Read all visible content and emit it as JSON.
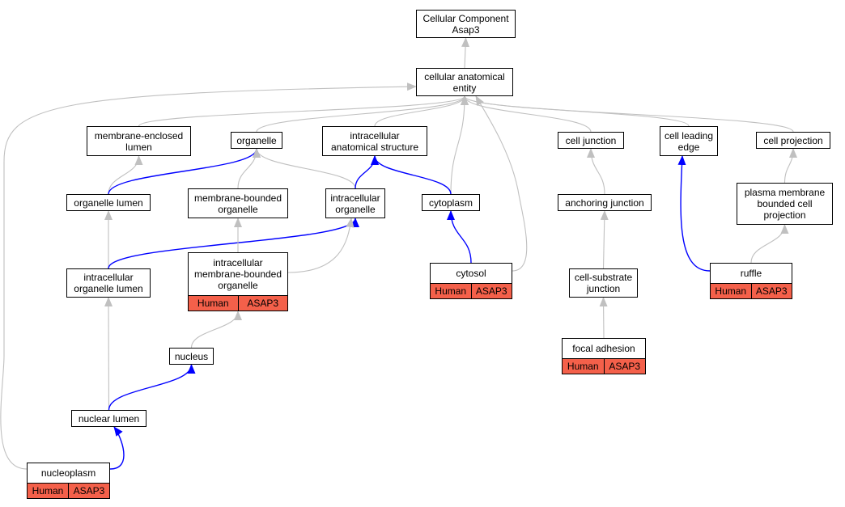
{
  "graph": {
    "colors": {
      "gray_edge": "#c0c0c0",
      "blue_edge": "#0000ff",
      "annotation_fill": "#f4604a"
    },
    "nodes": [
      {
        "id": "root",
        "label": "Cellular Component\nAsap3",
        "annot": null
      },
      {
        "id": "cae",
        "label": "cellular anatomical\nentity",
        "annot": null
      },
      {
        "id": "mel",
        "label": "membrane-enclosed\nlumen",
        "annot": null
      },
      {
        "id": "org",
        "label": "organelle",
        "annot": null
      },
      {
        "id": "ias",
        "label": "intracellular\nanatomical structure",
        "annot": null
      },
      {
        "id": "cj",
        "label": "cell junction",
        "annot": null
      },
      {
        "id": "cle",
        "label": "cell leading\nedge",
        "annot": null
      },
      {
        "id": "cp",
        "label": "cell projection",
        "annot": null
      },
      {
        "id": "ol",
        "label": "organelle lumen",
        "annot": null
      },
      {
        "id": "mbo",
        "label": "membrane-bounded\norganelle",
        "annot": null
      },
      {
        "id": "io",
        "label": "intracellular\norganelle",
        "annot": null
      },
      {
        "id": "cyto",
        "label": "cytoplasm",
        "annot": null
      },
      {
        "id": "aj",
        "label": "anchoring junction",
        "annot": null
      },
      {
        "id": "pmbcp",
        "label": "plasma membrane\nbounded cell\nprojection",
        "annot": null
      },
      {
        "id": "iol",
        "label": "intracellular\norganelle lumen",
        "annot": null
      },
      {
        "id": "imbo",
        "label": "intracellular\nmembrane-bounded\norganelle",
        "annot": [
          "Human",
          "ASAP3"
        ]
      },
      {
        "id": "cytosol",
        "label": "cytosol",
        "annot": [
          "Human",
          "ASAP3"
        ]
      },
      {
        "id": "csj",
        "label": "cell-substrate\njunction",
        "annot": null
      },
      {
        "id": "ruffle",
        "label": "ruffle",
        "annot": [
          "Human",
          "ASAP3"
        ]
      },
      {
        "id": "nucleus",
        "label": "nucleus",
        "annot": null
      },
      {
        "id": "fa",
        "label": "focal adhesion",
        "annot": [
          "Human",
          "ASAP3"
        ]
      },
      {
        "id": "nl",
        "label": "nuclear lumen",
        "annot": null
      },
      {
        "id": "np",
        "label": "nucleoplasm",
        "annot": [
          "Human",
          "ASAP3"
        ]
      }
    ],
    "edges": [
      {
        "from": "cae",
        "to": "root",
        "color": "gray"
      },
      {
        "from": "mel",
        "to": "cae",
        "color": "gray"
      },
      {
        "from": "org",
        "to": "cae",
        "color": "gray"
      },
      {
        "from": "ias",
        "to": "cae",
        "color": "gray"
      },
      {
        "from": "cj",
        "to": "cae",
        "color": "gray"
      },
      {
        "from": "cle",
        "to": "cae",
        "color": "gray"
      },
      {
        "from": "cp",
        "to": "cae",
        "color": "gray"
      },
      {
        "from": "np",
        "to": "cae",
        "color": "gray"
      },
      {
        "from": "cyto",
        "to": "cae",
        "color": "gray"
      },
      {
        "from": "cytosol",
        "to": "cae",
        "color": "gray"
      },
      {
        "from": "ol",
        "to": "mel",
        "color": "gray"
      },
      {
        "from": "ol",
        "to": "org",
        "color": "blue"
      },
      {
        "from": "mbo",
        "to": "org",
        "color": "gray"
      },
      {
        "from": "io",
        "to": "org",
        "color": "gray"
      },
      {
        "from": "io",
        "to": "ias",
        "color": "blue"
      },
      {
        "from": "cyto",
        "to": "ias",
        "color": "blue"
      },
      {
        "from": "aj",
        "to": "cj",
        "color": "gray"
      },
      {
        "from": "ruffle",
        "to": "cle",
        "color": "blue"
      },
      {
        "from": "pmbcp",
        "to": "cp",
        "color": "gray"
      },
      {
        "from": "iol",
        "to": "ol",
        "color": "gray"
      },
      {
        "from": "iol",
        "to": "io",
        "color": "blue"
      },
      {
        "from": "imbo",
        "to": "mbo",
        "color": "gray"
      },
      {
        "from": "imbo",
        "to": "io",
        "color": "gray"
      },
      {
        "from": "cytosol",
        "to": "cyto",
        "color": "blue"
      },
      {
        "from": "csj",
        "to": "aj",
        "color": "gray"
      },
      {
        "from": "ruffle",
        "to": "pmbcp",
        "color": "gray"
      },
      {
        "from": "nucleus",
        "to": "imbo",
        "color": "gray"
      },
      {
        "from": "fa",
        "to": "csj",
        "color": "gray"
      },
      {
        "from": "nl",
        "to": "iol",
        "color": "gray"
      },
      {
        "from": "nl",
        "to": "nucleus",
        "color": "blue"
      },
      {
        "from": "np",
        "to": "nl",
        "color": "blue"
      }
    ]
  }
}
